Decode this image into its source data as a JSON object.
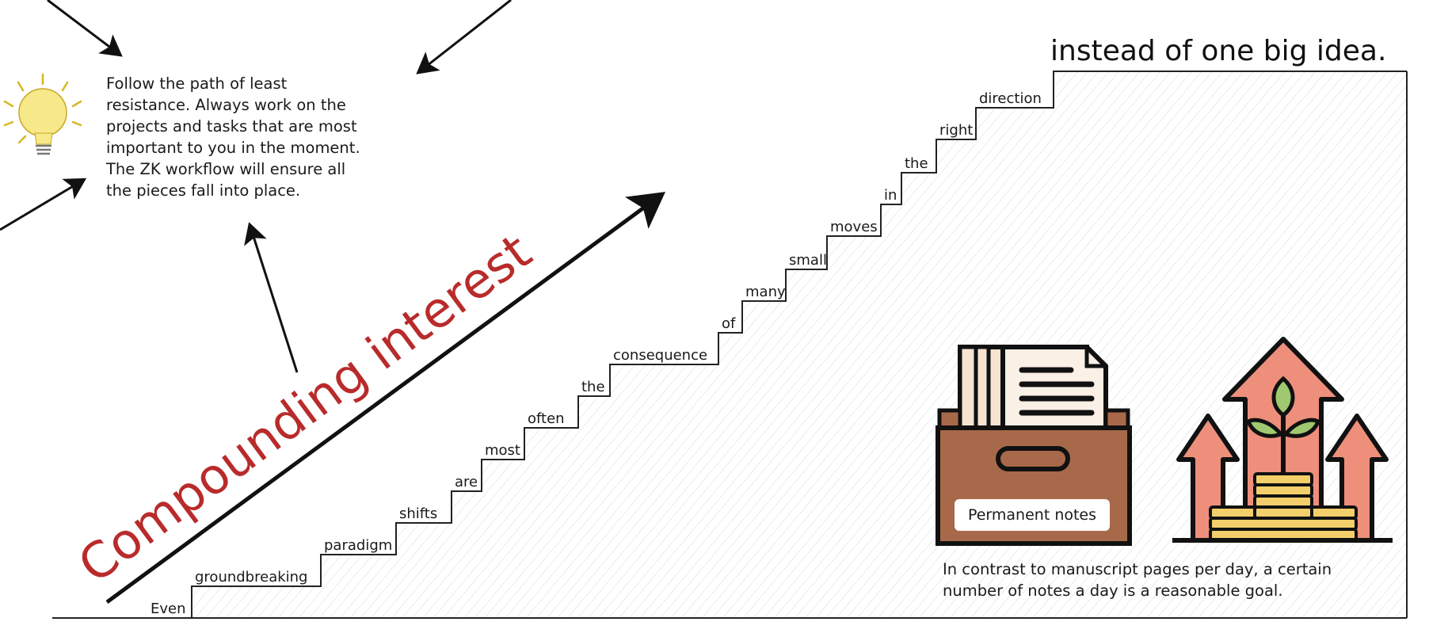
{
  "tip": {
    "lines": [
      "Follow the path of least",
      "resistance. Always work on the",
      "projects and tasks that are most",
      "important to you in the moment.",
      "The ZK workflow will ensure all",
      "the pieces fall into place."
    ]
  },
  "headline": "instead of one big idea.",
  "diagonal_label": "Compounding interest",
  "steps": [
    "Even",
    "groundbreaking",
    "paradigm",
    "shifts",
    "are",
    "most",
    "often",
    "the",
    "consequence",
    "of",
    "many",
    "small",
    "moves",
    "in",
    "the",
    "right",
    "direction"
  ],
  "box_label": "Permanent notes",
  "caption": {
    "line1": "In contrast to manuscript pages per day, a certain",
    "line2": "number of notes a day is a reasonable goal."
  },
  "colors": {
    "accent_red": "#b92b2b",
    "bulb_yellow": "#f7e88a",
    "box_brown": "#a8694a",
    "growth_salmon": "#ee8f7c",
    "coin_yellow": "#f3cf6b",
    "leaf_green": "#9fc870"
  }
}
